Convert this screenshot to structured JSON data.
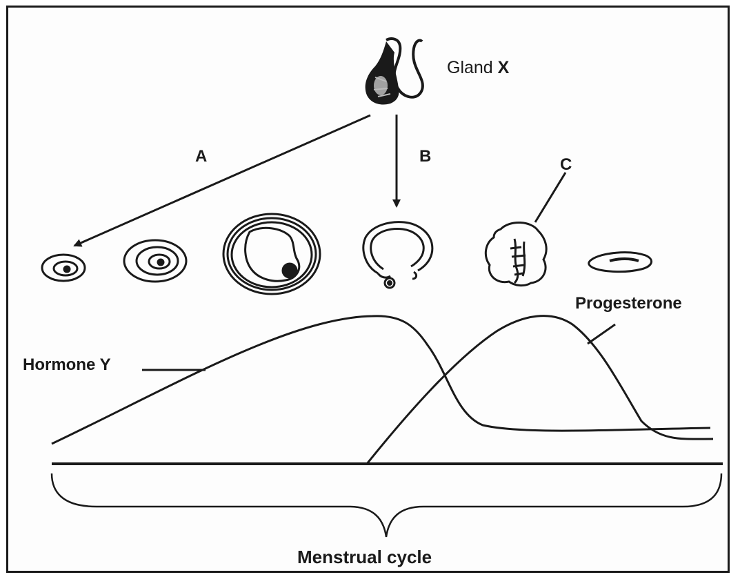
{
  "gland": {
    "label_prefix": "Gland ",
    "label_letter": "X"
  },
  "arrows": {
    "a_label": "A",
    "b_label": "B"
  },
  "follicle_stages": {
    "c_label": "C"
  },
  "graph": {
    "progesterone_label": "Progesterone",
    "hormone_y_label": "Hormone Y",
    "cycle_label": "Menstrual cycle"
  },
  "colors": {
    "ink": "#1a1a1a",
    "paper": "#fdfdfd"
  }
}
